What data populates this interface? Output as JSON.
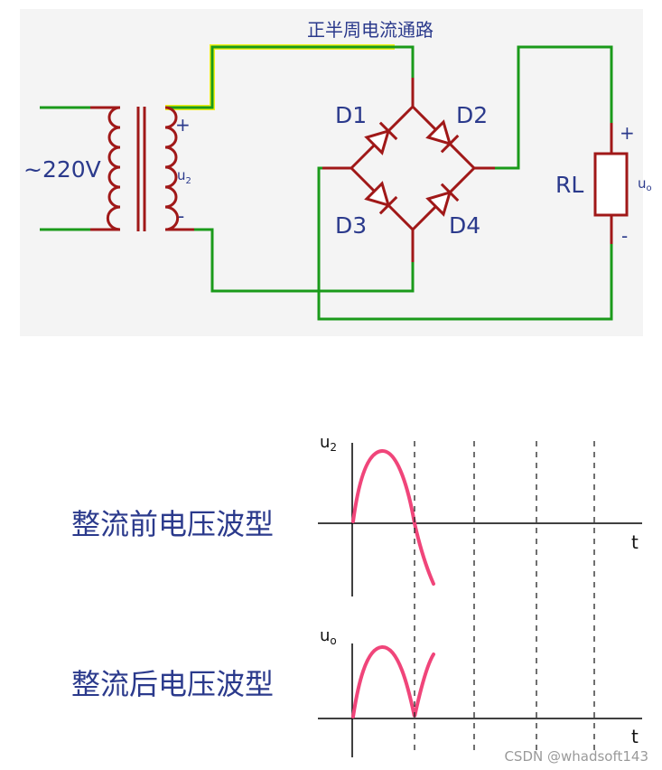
{
  "circuit": {
    "path_label": "正半周电流通路",
    "source_label": "~220V",
    "secondary_plus": "+",
    "secondary_label": "u",
    "secondary_sub": "2",
    "secondary_minus": "-",
    "diodes": [
      "D1",
      "D2",
      "D3",
      "D4"
    ],
    "load_label": "RL",
    "load_plus": "+",
    "load_minus": "-",
    "output_label": "u",
    "output_sub": "o",
    "colors": {
      "wire": "#1a9a1a",
      "component": "#a01818",
      "highlight": "#f2f21a",
      "text": "#2b3a8c"
    }
  },
  "waveforms": {
    "before": {
      "caption": "整流前电压波型",
      "y_label": "u",
      "y_sub": "2",
      "x_label": "t"
    },
    "after": {
      "caption": "整流后电压波型",
      "y_label": "u",
      "y_sub": "o",
      "x_label": "t"
    },
    "curve_color": "#f0457a"
  },
  "watermark": "CSDN @whadsoft143"
}
